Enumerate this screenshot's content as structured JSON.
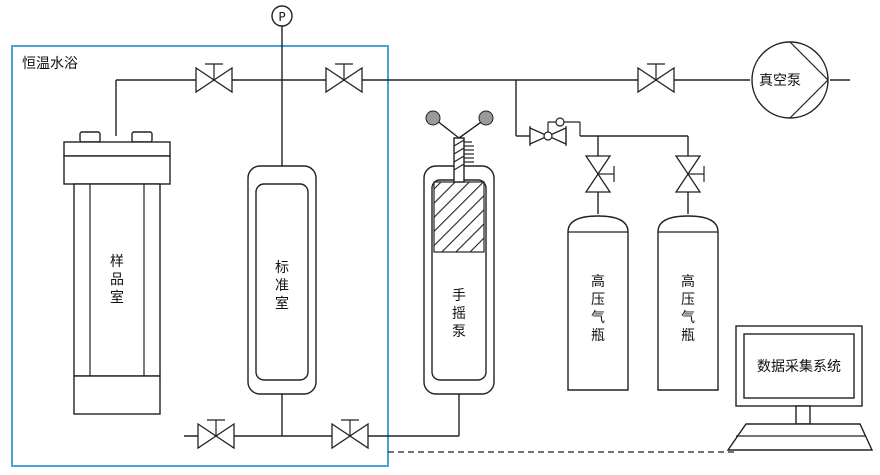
{
  "diagram": {
    "bath_label": "恒温水浴",
    "pressure_gauge_label": "P",
    "sample_chamber_label": "样品室",
    "standard_chamber_label": "标准室",
    "hand_pump_label": "手摇泵",
    "gas_cylinder_1_label": "高压气瓶",
    "gas_cylinder_2_label": "高压气瓶",
    "vacuum_pump_label": "真空泵",
    "data_system_label": "数据采集系统"
  },
  "colors": {
    "bath_border": "#4aa3d8",
    "line": "#222222",
    "pump_knob": "#9a9a9a"
  }
}
